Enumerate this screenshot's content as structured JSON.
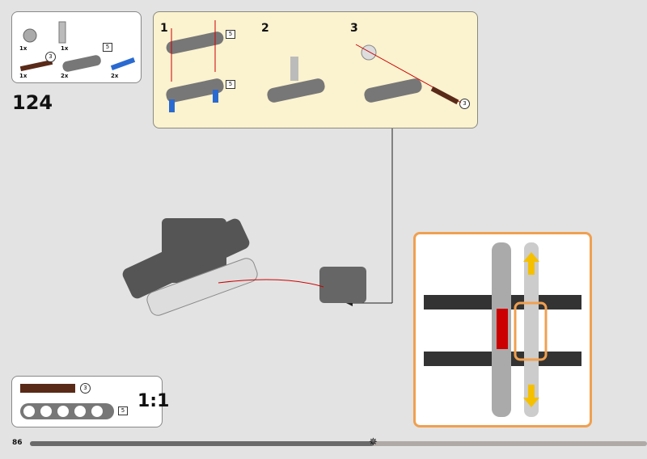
{
  "step_number": "124",
  "page_number": "86",
  "progress_percent": 55.7,
  "parts_list": [
    {
      "part": "gear",
      "qty": "1x"
    },
    {
      "part": "axle-pin-connector",
      "qty": "1x"
    },
    {
      "part": "axle",
      "qty": "1x",
      "length": "3"
    },
    {
      "part": "beam",
      "qty": "2x",
      "length": "5"
    },
    {
      "part": "pin",
      "qty": "2x"
    }
  ],
  "substeps": [
    {
      "number": "1",
      "beam_length": "5",
      "beam_length_2": "5"
    },
    {
      "number": "2"
    },
    {
      "number": "3",
      "axle_length": "3"
    }
  ],
  "scale_box": {
    "axle_length": "3",
    "beam_length": "5",
    "ratio": "1:1"
  },
  "colors": {
    "substep_bg": "#fbf2cf",
    "callout_border": "#f0a050",
    "arrow": "#f5c000"
  }
}
